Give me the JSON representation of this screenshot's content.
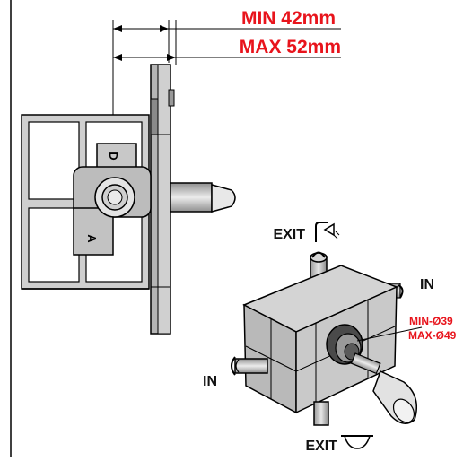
{
  "dimensions": {
    "min_depth": "MIN 42mm",
    "max_depth": "MAX 52mm"
  },
  "labels": {
    "exit_top": "EXIT",
    "exit_bottom": "EXIT",
    "in_right": "IN",
    "in_left": "IN",
    "min_diameter": "MIN-Ø39",
    "max_diameter": "MAX-Ø49"
  },
  "icons": {
    "exit_top": "shower-head-icon",
    "exit_bottom": "bathtub-icon"
  },
  "colors": {
    "dimension_text": "#e8141c",
    "label_text": "#111111",
    "body_gray": "#bdbdbd"
  }
}
